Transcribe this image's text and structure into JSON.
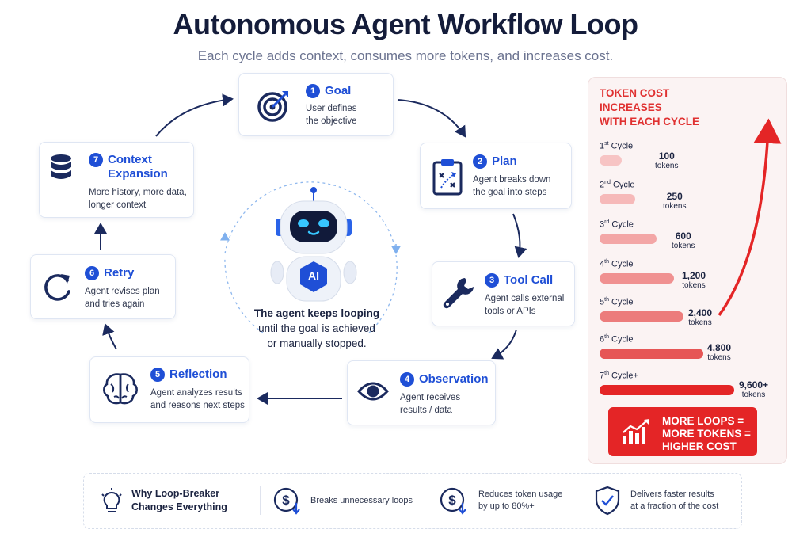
{
  "title": "Autonomous Agent Workflow Loop",
  "subtitle": "Each cycle adds context, consumes more tokens, and increases cost.",
  "steps": [
    {
      "num": "1",
      "title": "Goal",
      "desc": [
        "User defines",
        "the objective"
      ],
      "icon": "target-icon"
    },
    {
      "num": "2",
      "title": "Plan",
      "desc": [
        "Agent breaks down",
        "the goal into steps"
      ],
      "icon": "clipboard-plan-icon"
    },
    {
      "num": "3",
      "title": "Tool Call",
      "desc": [
        "Agent calls external",
        "tools or APIs"
      ],
      "icon": "wrench-icon"
    },
    {
      "num": "4",
      "title": "Observation",
      "desc": [
        "Agent receives",
        "results / data"
      ],
      "icon": "eye-icon"
    },
    {
      "num": "5",
      "title": "Reflection",
      "desc": [
        "Agent analyzes results",
        "and reasons next steps"
      ],
      "icon": "brain-icon"
    },
    {
      "num": "6",
      "title": "Retry",
      "desc": [
        "Agent revises plan",
        "and tries again"
      ],
      "icon": "retry-icon"
    },
    {
      "num": "7",
      "title": "Context",
      "title2": "Expansion",
      "desc": [
        "More history, more data,",
        "longer context"
      ],
      "icon": "database-icon"
    }
  ],
  "center": {
    "robot_badge": "AI",
    "line1": "The agent keeps looping",
    "line2": "until the goal is achieved",
    "line3": "or manually stopped."
  },
  "token_panel": {
    "heading": [
      "TOKEN COST",
      "INCREASES",
      "WITH EACH CYCLE"
    ],
    "cycles": [
      {
        "num": "1",
        "suffix": "st",
        "label": " Cycle",
        "value": "100",
        "unit": "tokens"
      },
      {
        "num": "2",
        "suffix": "nd",
        "label": " Cycle",
        "value": "250",
        "unit": "tokens"
      },
      {
        "num": "3",
        "suffix": "rd",
        "label": " Cycle",
        "value": "600",
        "unit": "tokens"
      },
      {
        "num": "4",
        "suffix": "th",
        "label": " Cycle",
        "value": "1,200",
        "unit": "tokens"
      },
      {
        "num": "5",
        "suffix": "th",
        "label": " Cycle",
        "value": "2,400",
        "unit": "tokens"
      },
      {
        "num": "6",
        "suffix": "th",
        "label": " Cycle",
        "value": "4,800",
        "unit": "tokens"
      },
      {
        "num": "7",
        "suffix": "th",
        "label": " Cycle+",
        "value": "9,600+",
        "unit": "tokens"
      }
    ],
    "cost_box": [
      "MORE LOOPS =",
      "MORE TOKENS =",
      "HIGHER COST"
    ],
    "colors": {
      "accent_red": "#e42526",
      "heading_red": "#e03131"
    }
  },
  "bottom": {
    "headline": [
      "Why Loop-Breaker",
      "Changes Everything"
    ],
    "item1": "Breaks unnecessary loops",
    "item2": [
      "Reduces token usage",
      "by up to 80%+"
    ],
    "item3": [
      "Delivers faster results",
      "at a fraction of the cost"
    ]
  },
  "colors": {
    "primary_blue": "#1f4fd6",
    "navy": "#1b2a5e"
  }
}
